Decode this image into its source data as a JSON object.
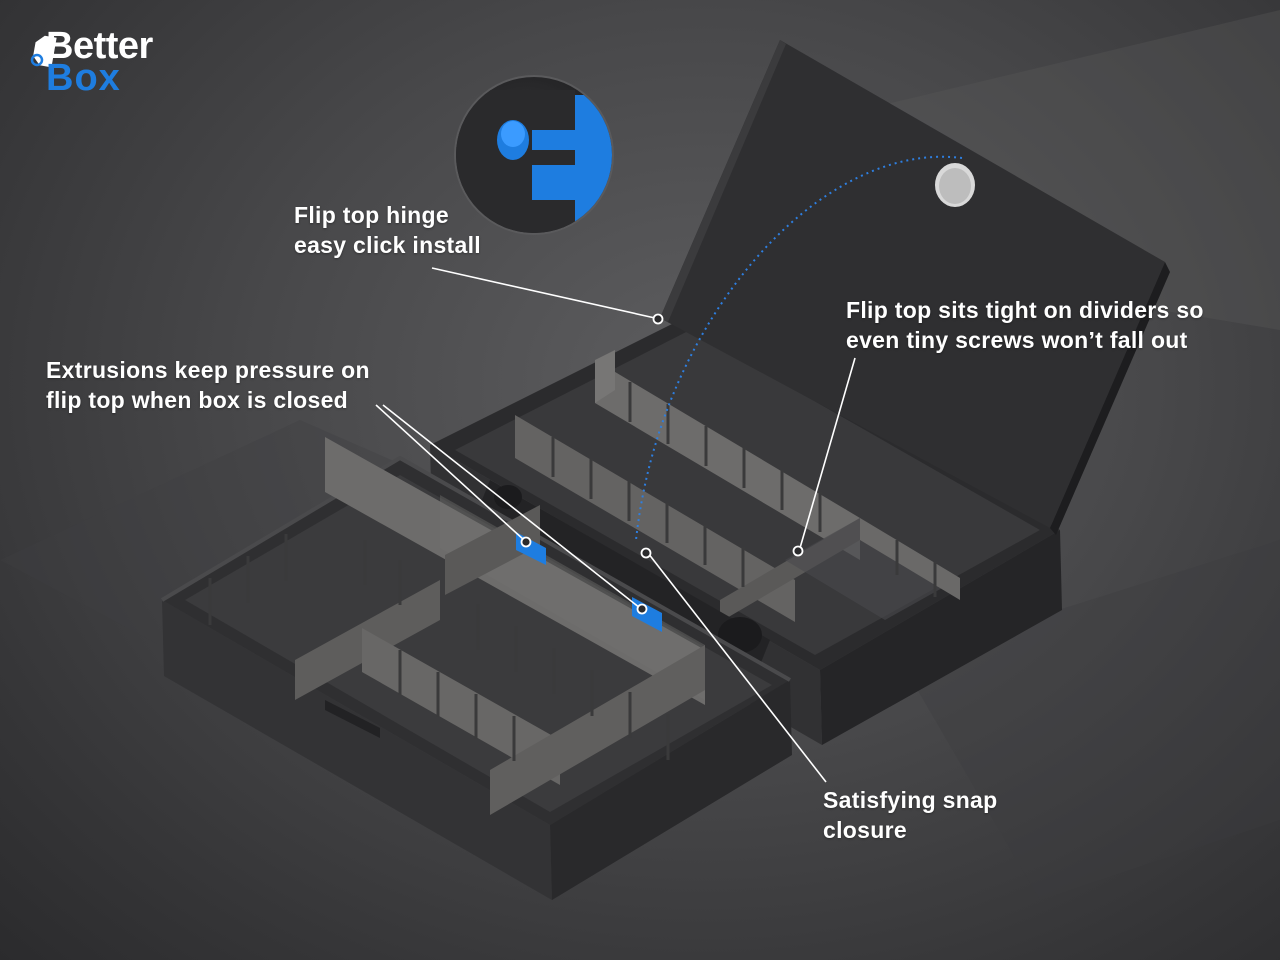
{
  "brand": {
    "word1": "Better",
    "word2": "Box",
    "accent_color": "#1e7de0"
  },
  "callouts": {
    "hinge": {
      "line1": "Flip top hinge",
      "line2": "easy click install"
    },
    "dividers": {
      "line1": "Flip top sits tight on dividers so",
      "line2": "even tiny screws won’t fall out"
    },
    "extrusions": {
      "line1": "Extrusions keep pressure on",
      "line2": "flip top when box is closed"
    },
    "snap": {
      "line1": "Satisfying snap",
      "line2": "closure"
    }
  },
  "colors": {
    "background": "#4a4a4c",
    "box_body": "#2e2e30",
    "dividers": "#6d6c6b",
    "blue_parts": "#1e7de0",
    "text": "#ffffff"
  }
}
